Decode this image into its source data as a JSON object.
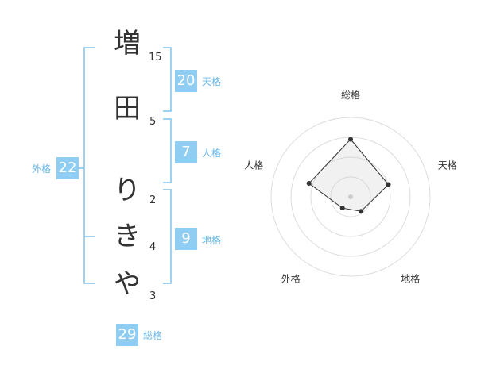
{
  "name_chars": [
    {
      "char": "増",
      "strokes": "15"
    },
    {
      "char": "田",
      "strokes": "5"
    },
    {
      "char": "り",
      "strokes": "2"
    },
    {
      "char": "き",
      "strokes": "4"
    },
    {
      "char": "や",
      "strokes": "3"
    }
  ],
  "fortunes": {
    "tenkaku": {
      "value": "20",
      "label": "天格"
    },
    "jinkaku": {
      "value": "7",
      "label": "人格"
    },
    "chikaku": {
      "value": "9",
      "label": "地格"
    },
    "gaikaku": {
      "value": "22",
      "label": "外格"
    },
    "soukaku": {
      "value": "29",
      "label": "総格"
    }
  },
  "colors": {
    "badge": "#8fcdf3",
    "label": "#66b8ea",
    "bracket": "#7ec4ef"
  },
  "chart_data": {
    "type": "radar",
    "axes": [
      "総格",
      "天格",
      "地格",
      "外格",
      "人格"
    ],
    "values": [
      29,
      20,
      9,
      7,
      22
    ],
    "range": [
      0,
      40
    ],
    "rings": 4
  }
}
